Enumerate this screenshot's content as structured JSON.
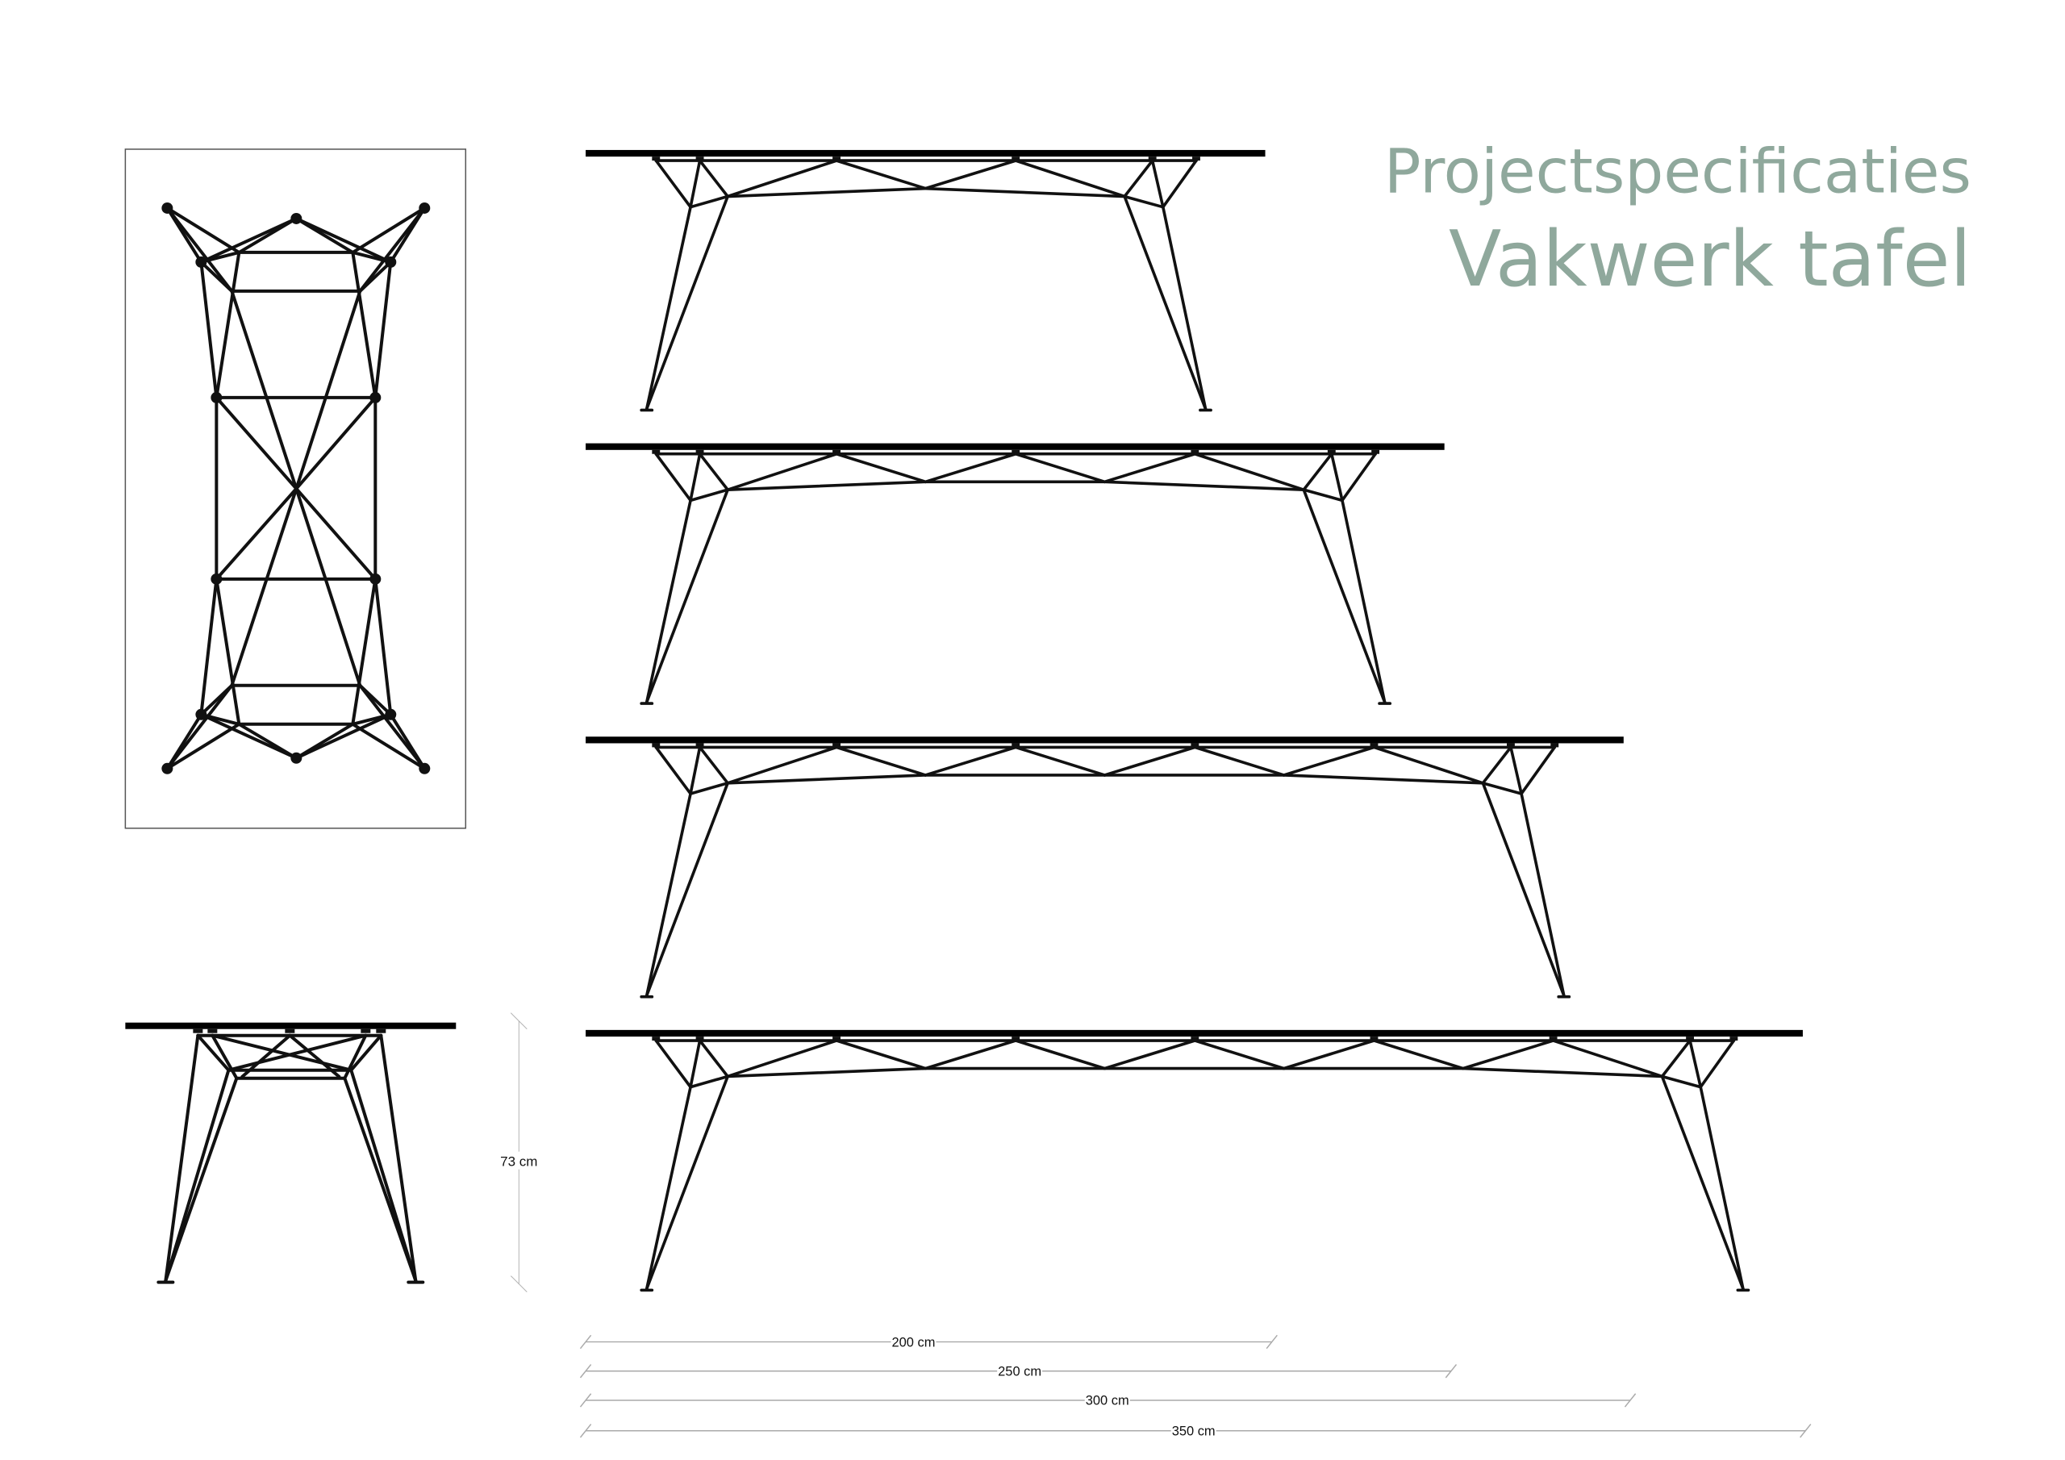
{
  "title": {
    "line1": "Projectspecificaties",
    "line2": "Vakwerk tafel",
    "color": "#8fa89c"
  },
  "height_dimension": {
    "label": "73 cm",
    "value_cm": 73
  },
  "length_dimensions": [
    {
      "label": "200 cm",
      "value_cm": 200
    },
    {
      "label": "250 cm",
      "value_cm": 250
    },
    {
      "label": "300 cm",
      "value_cm": 300
    },
    {
      "label": "350 cm",
      "value_cm": 350
    }
  ],
  "views": {
    "plan": "top-view",
    "front": "end-view",
    "sides": [
      "200",
      "250",
      "300",
      "350"
    ]
  }
}
